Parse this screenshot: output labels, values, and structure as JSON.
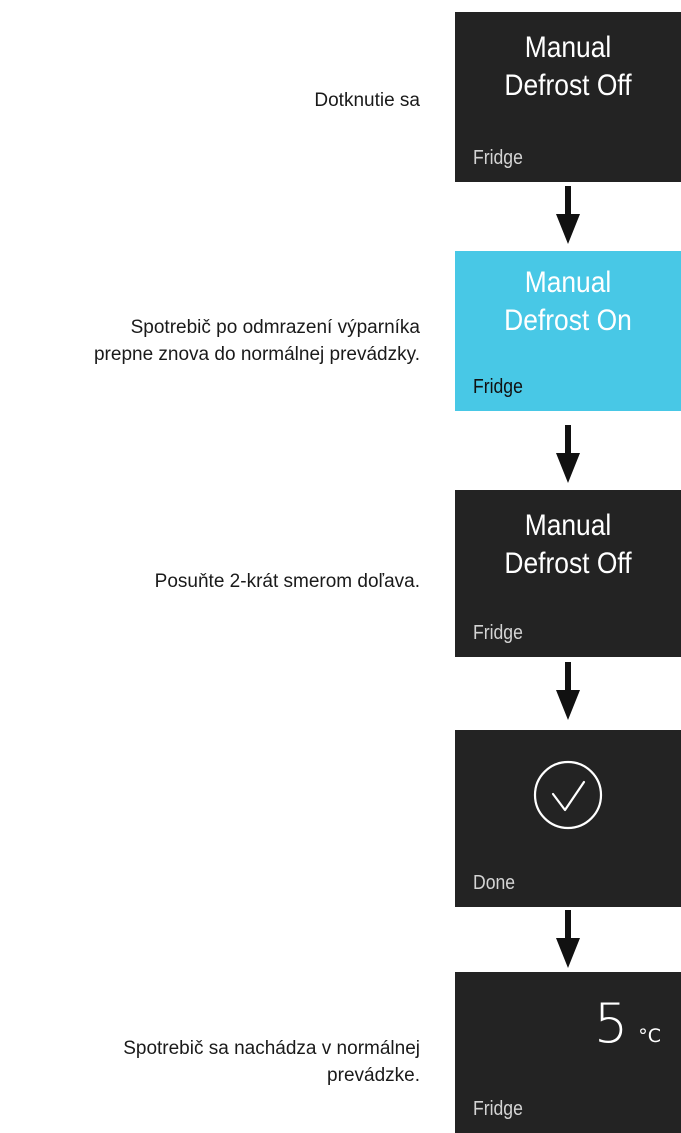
{
  "steps": [
    {
      "instruction": [
        "Dotknutie sa"
      ],
      "screen": {
        "title": [
          "Manual",
          "Defrost Off"
        ],
        "label": "Fridge",
        "highlighted": false
      }
    },
    {
      "instruction": [
        "Spotrebič po odmrazení výparníka",
        "prepne znova do normálnej prevádzky."
      ],
      "screen": {
        "title": [
          "Manual",
          "Defrost On"
        ],
        "label": "Fridge",
        "highlighted": true
      }
    },
    {
      "instruction": [
        "Posuňte 2-krát smerom doľava."
      ],
      "screen": {
        "title": [
          "Manual",
          "Defrost Off"
        ],
        "label": "Fridge",
        "highlighted": false
      }
    },
    {
      "instruction": [],
      "screen": {
        "icon": "checkmark-circle-icon",
        "label": "Done",
        "highlighted": false
      }
    },
    {
      "instruction": [
        "Spotrebič sa nachádza v normálnej",
        "prevádzke."
      ],
      "screen": {
        "temperature": "5",
        "unit": "°C",
        "label": "Fridge",
        "highlighted": false
      }
    }
  ],
  "colors": {
    "screen_background": "#232323",
    "highlight_background": "#48c8e6",
    "arrow": "#111111"
  }
}
